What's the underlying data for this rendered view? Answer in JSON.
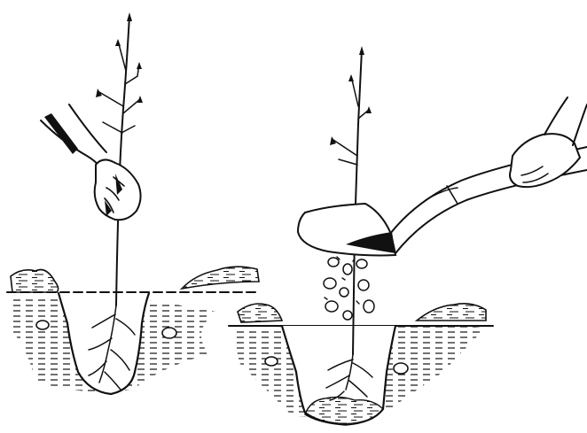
{
  "figure": {
    "panels": [
      {
        "name": "hold-seedling-in-hole",
        "icon": "hand-holding-seedling"
      },
      {
        "name": "backfill-with-shovel",
        "icon": "shovel-pouring-soil"
      }
    ],
    "colors": {
      "ink": "#111111",
      "paper": "#ffffff"
    }
  }
}
